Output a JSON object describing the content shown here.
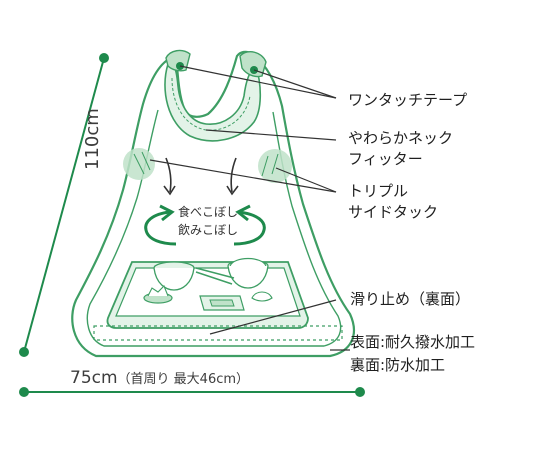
{
  "labels": {
    "one_touch_tape": "ワンタッチテープ",
    "soft_neck_line1": "やわらかネック",
    "soft_neck_line2": "フィッター",
    "triple_tuck_line1": "トリプル",
    "triple_tuck_line2": "サイドタック",
    "spill_line1": "食べこぼし",
    "spill_line2": "飲みこぼし",
    "anti_slip": "滑り止め（裏面）",
    "front_surface": "表面:耐久撥水加工",
    "back_surface": "裏面:防水加工"
  },
  "dimensions": {
    "height": "110cm",
    "width_main": "75cm",
    "width_note": "（首周り 最大46cm）"
  },
  "colors": {
    "accent": "#1e8a4c",
    "outline": "#3e9e64",
    "fill_light": "#e3f3e8",
    "fill_tab": "#bfe2c9"
  }
}
